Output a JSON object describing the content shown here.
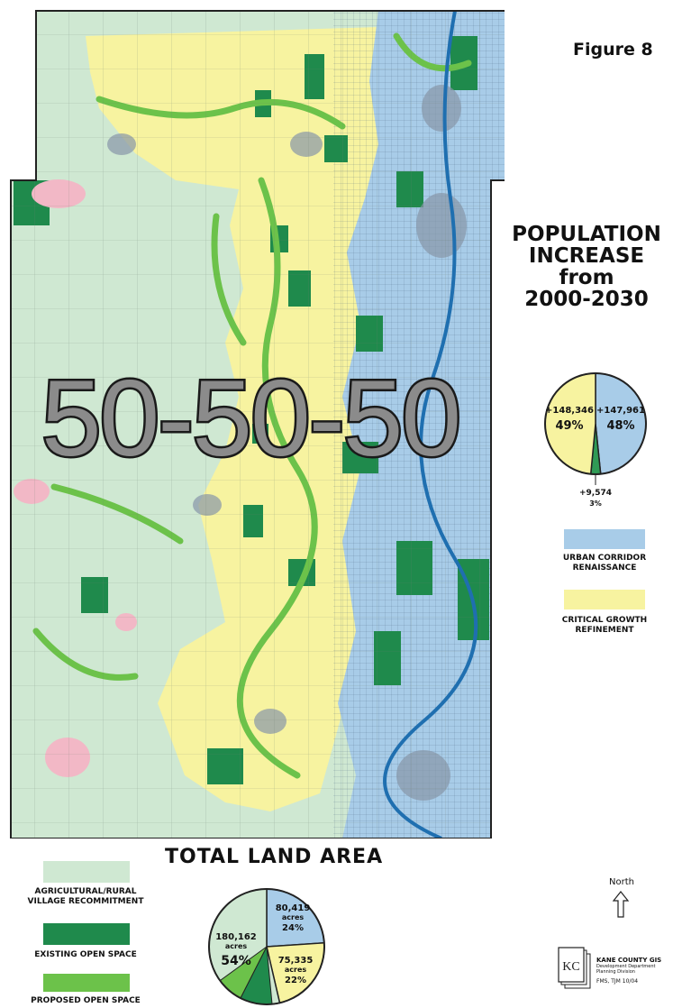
{
  "figure_label": "Figure 8",
  "map_banner": "50-50-50",
  "population": {
    "title_lines": [
      "POPULATION",
      "INCREASE",
      "from",
      "2000-2030"
    ],
    "chart_data": {
      "type": "pie",
      "slices": [
        {
          "label": "URBAN CORRIDOR RENAISSANCE",
          "value": 147961,
          "value_label": "+147,961",
          "percent": 48,
          "percent_label": "48%",
          "color": "#a8cce8"
        },
        {
          "label": "AGRICULTURAL/RURAL VILLAGE RECOMMITMENT",
          "value": 9574,
          "value_label": "+9,574",
          "percent": 3,
          "percent_label": "3%",
          "color": "#2f9a55"
        },
        {
          "label": "CRITICAL GROWTH REFINEMENT",
          "value": 148346,
          "value_label": "+148,346",
          "percent": 49,
          "percent_label": "49%",
          "color": "#f7f3a0"
        }
      ]
    }
  },
  "legend_right": [
    {
      "label_lines": [
        "URBAN CORRIDOR",
        "RENAISSANCE"
      ],
      "color": "#a8cce8"
    },
    {
      "label_lines": [
        "CRITICAL GROWTH",
        "REFINEMENT"
      ],
      "color": "#f7f3a0"
    }
  ],
  "legend_bottom": [
    {
      "label_lines": [
        "AGRICULTURAL/RURAL",
        "VILLAGE RECOMMITMENT"
      ],
      "color": "#cfe8d2"
    },
    {
      "label_lines": [
        "EXISTING OPEN SPACE"
      ],
      "color": "#1f8a4c"
    },
    {
      "label_lines": [
        "PROPOSED OPEN SPACE"
      ],
      "color": "#6cc24a"
    }
  ],
  "land": {
    "title": "TOTAL LAND AREA",
    "chart_data": {
      "type": "pie",
      "slices": [
        {
          "label": "urban",
          "value": 80419,
          "lines": [
            "80,419",
            "acres",
            "24%"
          ],
          "percent": 24,
          "color": "#a8cce8"
        },
        {
          "label": "critical growth",
          "value": 75335,
          "lines": [
            "75,335",
            "acres",
            "22%"
          ],
          "percent": 22,
          "color": "#f7f3a0"
        },
        {
          "label": "agricultural",
          "value": 180162,
          "lines": [
            "180,162",
            "acres",
            "54%"
          ],
          "percent": 54,
          "color": "#cfe8d2"
        }
      ]
    }
  },
  "north_label": "North",
  "logo": {
    "initials": "KC",
    "lines": [
      "KANE COUNTY GIS",
      "Development Department",
      "Planning Division",
      "FMS, TJM 10/04"
    ]
  },
  "colors": {
    "urban": "#a8cce8",
    "critical": "#f7f3a0",
    "agri": "#cfe8d2",
    "existing_open": "#1f8a4c",
    "proposed_open": "#6cc24a",
    "village": "#f2b8c6"
  }
}
